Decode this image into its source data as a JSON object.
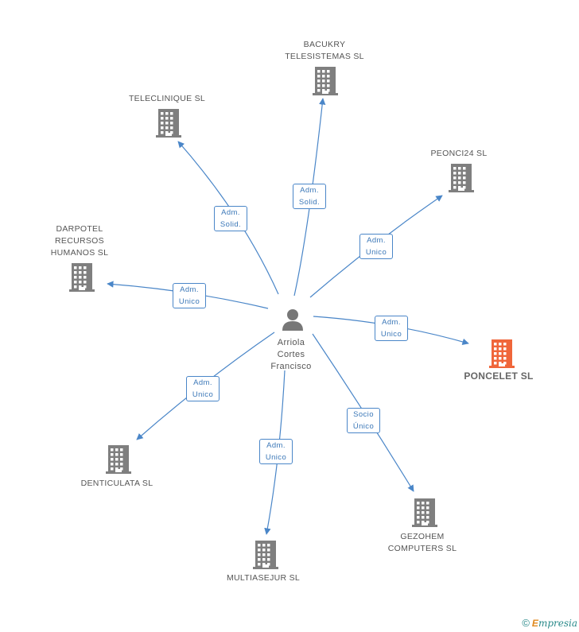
{
  "colors": {
    "building": "#7f7f7f",
    "highlight": "#f0663a",
    "edge": "#4a86c8",
    "person": "#777777"
  },
  "center": {
    "name": "Arriola\nCortes\nFrancisco",
    "icon": "person-icon"
  },
  "companies": [
    {
      "id": "bacukry",
      "name": "BACUKRY\nTELESISTEMAS SL",
      "relation": "Adm.\nSolid."
    },
    {
      "id": "teleclinique",
      "name": "TELECLINIQUE SL",
      "relation": "Adm.\nSolid."
    },
    {
      "id": "peonci24",
      "name": "PEONCI24 SL",
      "relation": "Adm.\nUnico"
    },
    {
      "id": "darpotel",
      "name": "DARPOTEL\nRECURSOS\nHUMANOS SL",
      "relation": "Adm.\nUnico"
    },
    {
      "id": "poncelet",
      "name": "PONCELET SL",
      "relation": "Adm.\nUnico",
      "highlight": true
    },
    {
      "id": "denticulata",
      "name": "DENTICULATA SL",
      "relation": "Adm.\nUnico"
    },
    {
      "id": "multiasejur",
      "name": "MULTIASEJUR SL",
      "relation": "Adm.\nUnico"
    },
    {
      "id": "gezohem",
      "name": "GEZOHEM\nCOMPUTERS  SL",
      "relation": "Socio\nÚnico"
    }
  ],
  "footer": {
    "copyright": "©",
    "brand_initial": "E",
    "brand_rest": "mpresia"
  }
}
